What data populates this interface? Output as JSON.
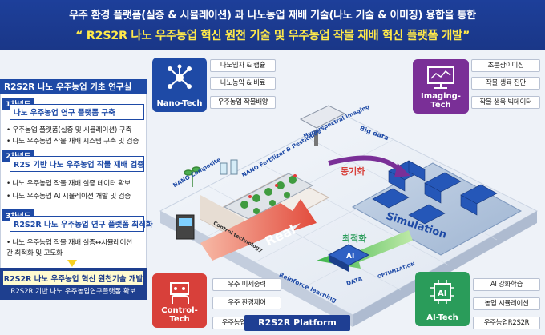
{
  "header": {
    "line1": "우주 환경 플랫폼(실증 & 시뮬레이션) 과 나노농업 재배 기술(나노 기술 & 이미징) 융합을 통한",
    "line2": "“ R2S2R 나노 우주농업 혁신 원천 기술 및 우주농업 작물 재배 혁신 플랫폼 개발”"
  },
  "left_panel": {
    "title": "R2S2R 나노 우주농업 기초 연구실",
    "phases": [
      {
        "year": "1차년도",
        "title": "나노 우주농업 연구 플랫폼 구축",
        "bullets": [
          "• 우주농업 플랫폼(실증 및 시뮬레이션) 구축",
          "• 나노 우주농업 작물 재배 시스템 구축 및 검증"
        ]
      },
      {
        "year": "2차년도",
        "title": "R2S 기반 나노 우주농업 작물 재배 검증",
        "bullets": [
          "• 나노 우주농업 작물 재배 실증 데이터 확보",
          "• 나노 우주농업 AI 시뮬레이션 개발 및 검증"
        ]
      },
      {
        "year": "3차년도",
        "title": "R2S2R 나노 우주농업 연구 플랫폼 최적화",
        "bullets": [
          "• 나노 우주농업 작물 재배 실증↔시뮬레이션",
          "  간 최적화 및 고도화"
        ]
      }
    ],
    "result_title": "R2S2R 나노 우주농업 혁신 원천기술 개발",
    "result_sub": "R2S2R 기반 나노 우주농업연구플랫폼 확보"
  },
  "techs": {
    "nano": {
      "label": "Nano-Tech",
      "tags": [
        "나노입자 & 캡슐",
        "나노농약 & 비료",
        "우주농업 작물배양"
      ]
    },
    "imaging": {
      "label": "Imaging-Tech",
      "tags": [
        "초분광이미징",
        "작물 생육 진단",
        "작물 생육 빅데이터"
      ]
    },
    "control": {
      "label": "Control-Tech",
      "tags": [
        "우주 미세중력",
        "우주 환경제어",
        "우주농업 작물재배"
      ]
    },
    "ai": {
      "label": "AI-Tech",
      "tags": [
        "AI 강화학습",
        "농업 시뮬레이션",
        "우주농업R2S2R"
      ]
    }
  },
  "scene": {
    "sync": "동기화",
    "optimize": "최적화",
    "real": "Real",
    "simulation": "Simulation",
    "hyperspectral": "Hyperspectral imaging",
    "bigdata": "Big data",
    "nano_fert": "NANO Fertilizer & Pesticides",
    "nano_comp": "NANO Composite",
    "control_label": "Control technology",
    "data": "DATA",
    "optimization": "OPTIMIZATION",
    "reinforce": "Reinforce learning",
    "platform": "R2S2R Platform"
  },
  "colors": {
    "navy": "#1d3f9a",
    "yellow": "#ffe94a",
    "nano": "#1e4aa6",
    "imaging": "#7a2f97",
    "control": "#d8403a",
    "ai": "#2a9c5a"
  }
}
